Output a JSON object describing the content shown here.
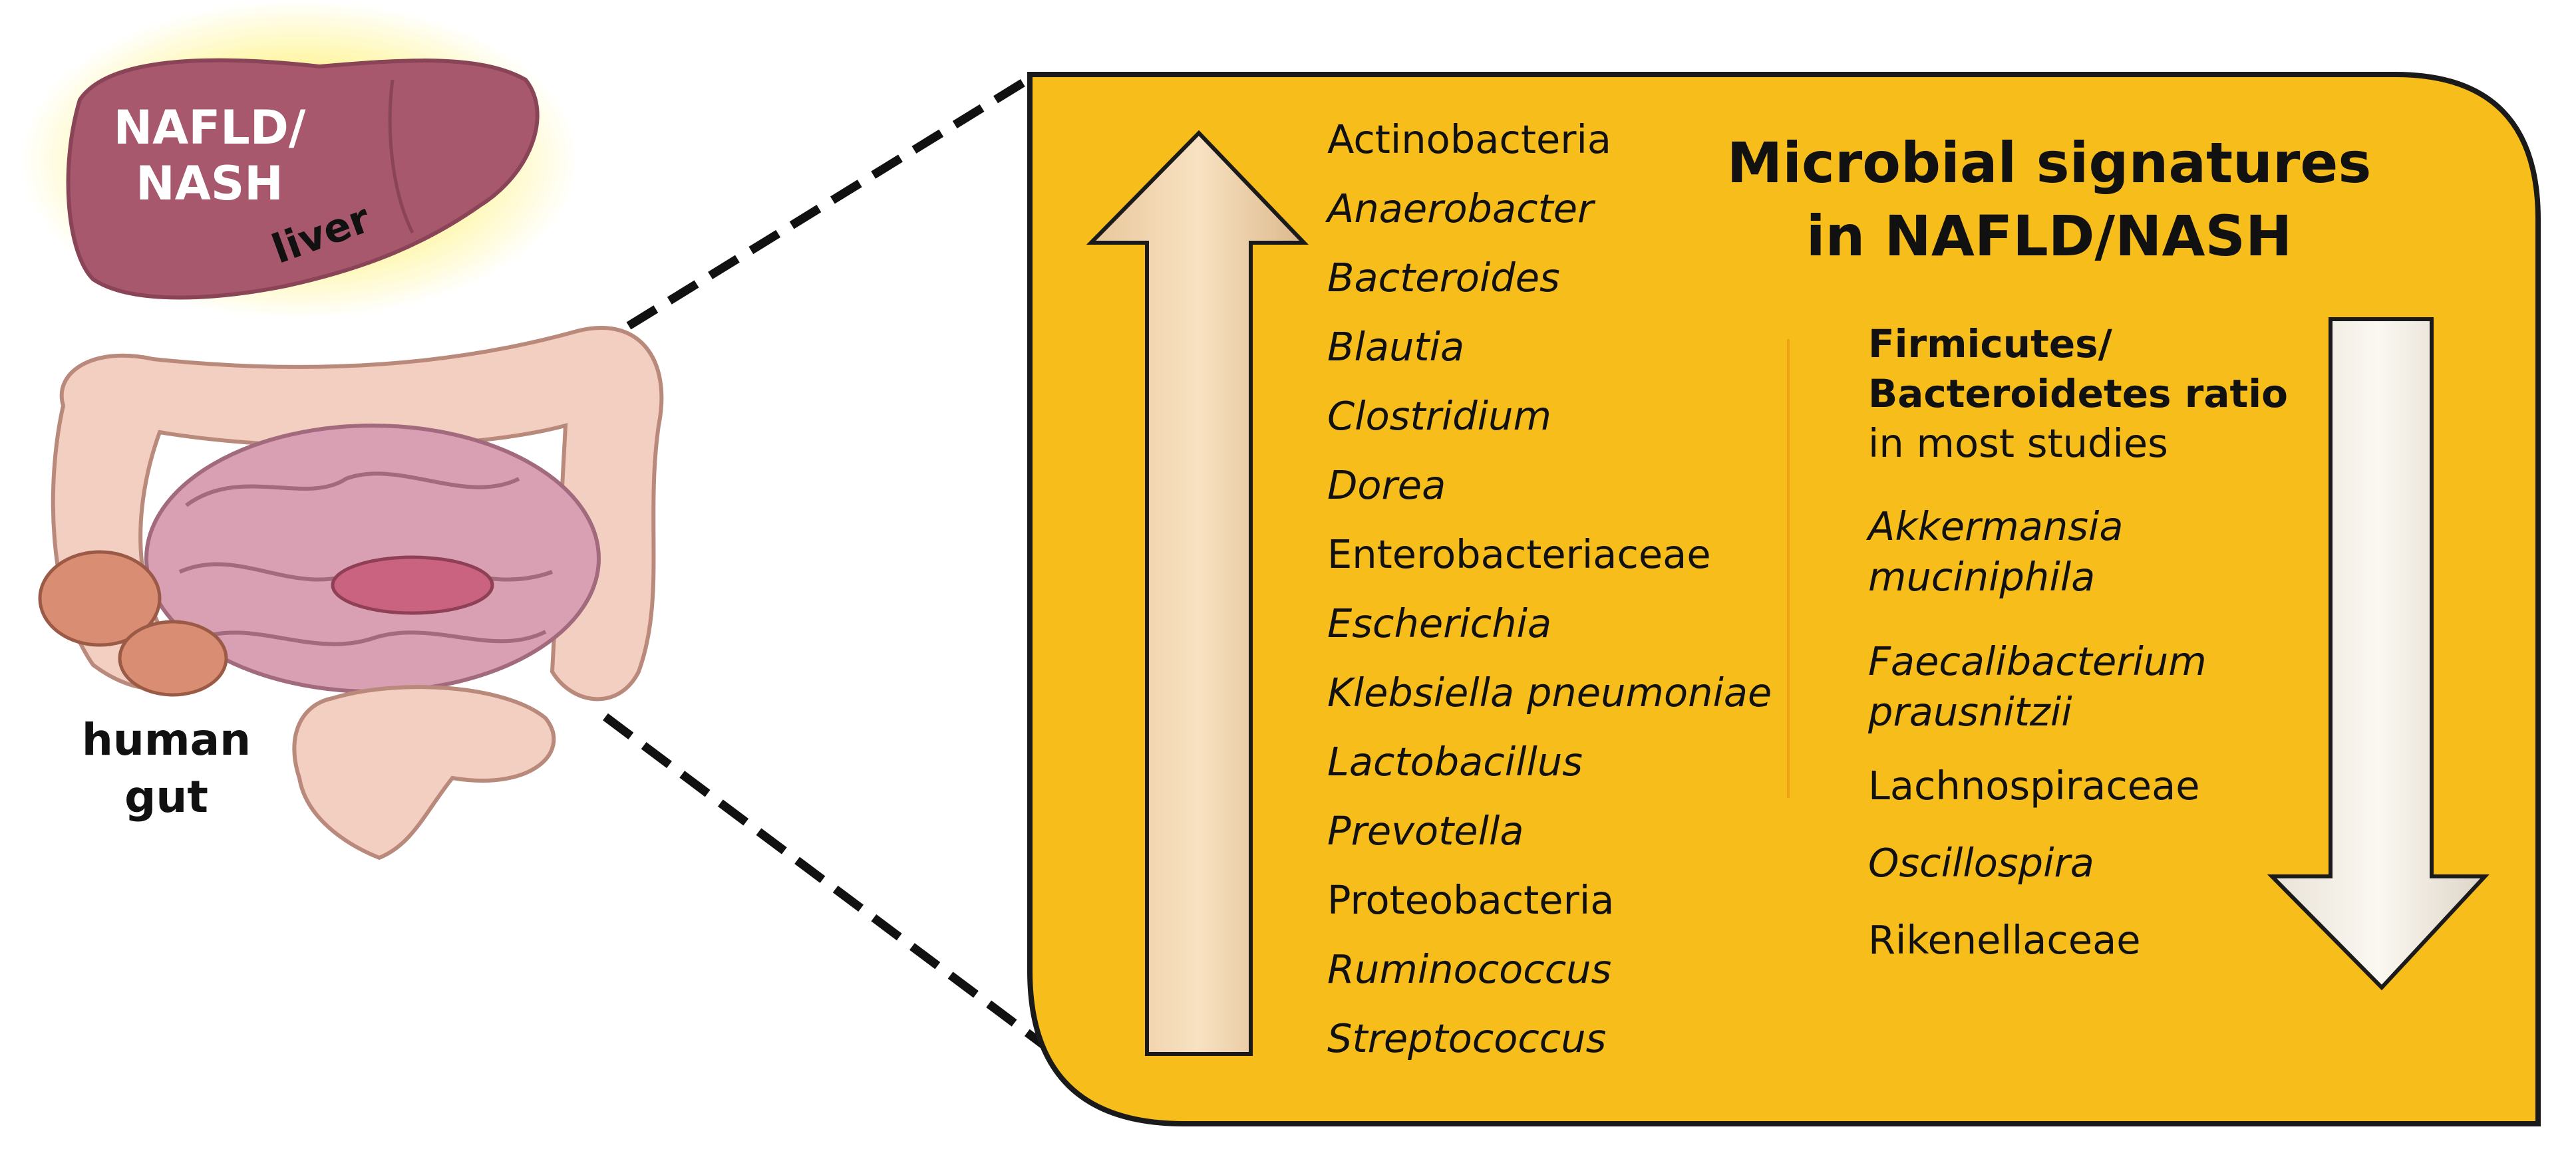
{
  "liver": {
    "label_line1": "NAFLD/",
    "label_line2": "NASH",
    "caption": "liver"
  },
  "gut": {
    "caption_line1": "human",
    "caption_line2": "gut"
  },
  "panel": {
    "title_line1": "Microbial signatures",
    "title_line2": "in NAFLD/NASH",
    "increased": [
      {
        "text": "Actinobacteria",
        "italic": false
      },
      {
        "text": "Anaerobacter",
        "italic": true
      },
      {
        "text": "Bacteroides",
        "italic": true
      },
      {
        "text": "Blautia",
        "italic": true
      },
      {
        "text": "Clostridium",
        "italic": true
      },
      {
        "text": "Dorea",
        "italic": true
      },
      {
        "text": "Enterobacteriaceae",
        "italic": false
      },
      {
        "text": "Escherichia",
        "italic": true
      },
      {
        "text": "Klebsiella pneumoniae",
        "italic": true
      },
      {
        "text": "Lactobacillus",
        "italic": true
      },
      {
        "text": "Prevotella",
        "italic": true
      },
      {
        "text": "Proteobacteria",
        "italic": false
      },
      {
        "text": "Ruminococcus",
        "italic": true
      },
      {
        "text": "Streptococcus",
        "italic": true
      }
    ],
    "decreased": {
      "ratio_line1": "Firmicutes/",
      "ratio_line2": "Bacteroidetes ratio",
      "ratio_line3": "in most studies",
      "akk_line1": "Akkermansia",
      "akk_line2": "muciniphila",
      "faec_line1": "Faecalibacterium",
      "faec_line2": "prausnitzii",
      "lachno": "Lachnospiraceae",
      "oscillo": "Oscillospira",
      "riken": "Rikenellaceae"
    }
  },
  "colors": {
    "panel_fill": "#f6bd1b",
    "panel_stroke": "#1a1a1a",
    "up_arrow": "#f3d9b4",
    "down_arrow": "#f6f1e8",
    "liver": "#a8586d",
    "gut": "#f1cbbd"
  }
}
